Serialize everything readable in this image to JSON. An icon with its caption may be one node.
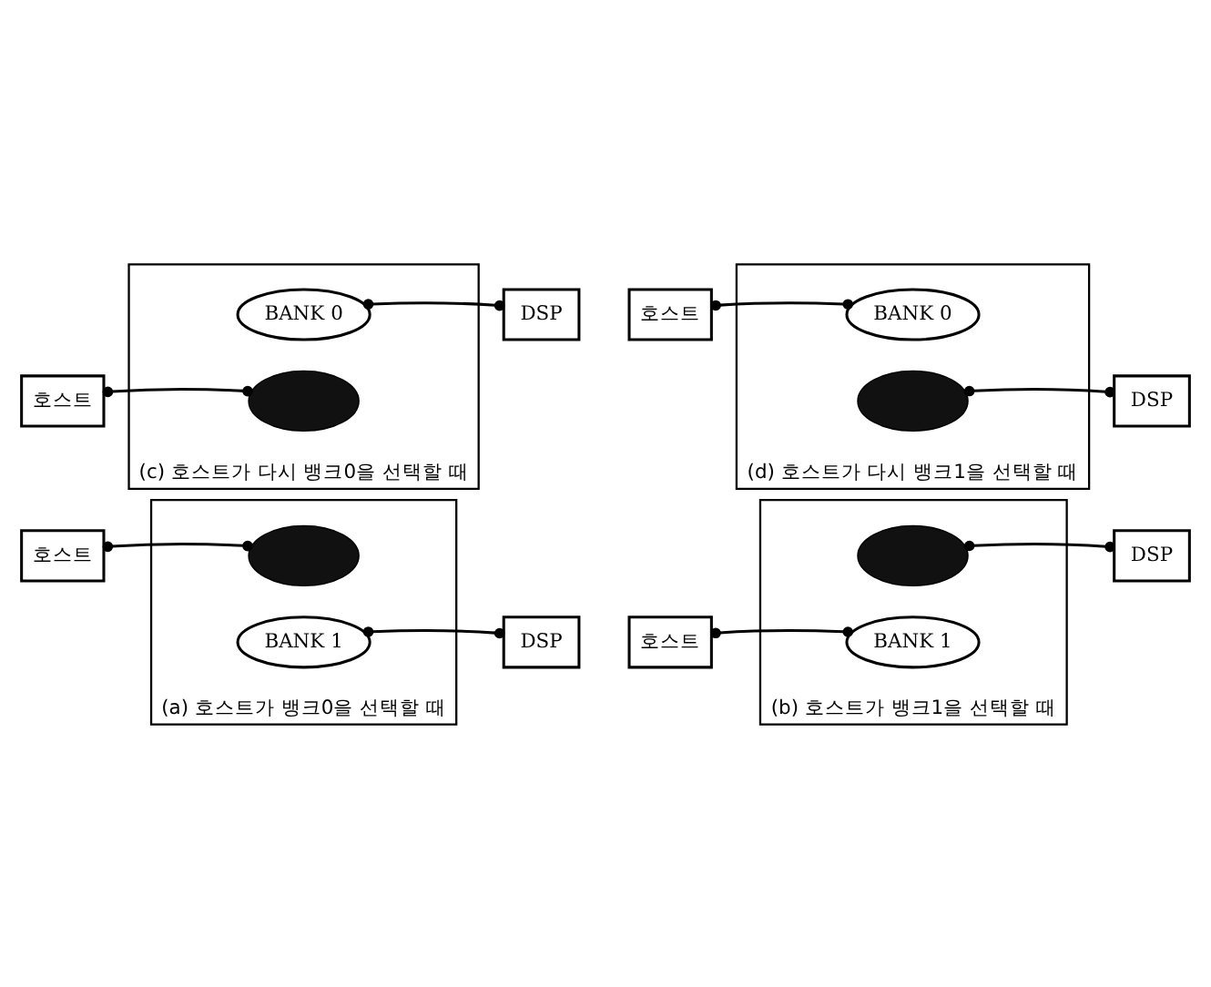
{
  "diagram": {
    "nodes": [
      {
        "text": [],
        "shape": "box",
        "beside": [
          "(a) 호스트가 뱅크0을 선택할 때"
        ]
      },
      {
        "text": [],
        "shape": "ellipse",
        "in": 0
      },
      {
        "text": [
          "BANK 1"
        ],
        "in": 0
      },
      {
        "text": [
          "호스트"
        ]
      },
      {
        "text": [
          "DSP"
        ]
      },
      {
        "text": [],
        "shape": "box",
        "beside": [
          "(b) 호스트가 뱅크1을 선택할 때"
        ]
      },
      {
        "text": [],
        "shape": "ellipse",
        "in": 5
      },
      {
        "text": [
          "BANK 1"
        ],
        "in": 5
      },
      {
        "text": [
          "호스트"
        ]
      },
      {
        "text": [
          "DSP"
        ]
      },
      {
        "text": [],
        "shape": "box",
        "beside": [
          "(c) 호스트가 다시 뱅크0을 선택할 때"
        ]
      },
      {
        "text": [
          "BANK 0"
        ],
        "in": 10
      },
      {
        "text": [],
        "shape": "ellipse",
        "in": 10
      },
      {
        "text": [
          "호스트"
        ]
      },
      {
        "text": [
          "DSP"
        ]
      },
      {
        "text": [],
        "shape": "box",
        "beside": [
          "(d) 호스트가 다시 뱅크1을 선택할 때"
        ]
      },
      {
        "text": [
          "BANK 0"
        ],
        "in": 15
      },
      {
        "text": [],
        "shape": "ellipse",
        "in": 15
      },
      {
        "text": [
          "호스트"
        ]
      },
      {
        "text": [
          "DSP"
        ]
      }
    ],
    "edges": [
      {
        "from": 3,
        "to": 1,
        "arrow": "other"
      },
      {
        "from": 2,
        "to": 4,
        "arrow": "other"
      },
      {
        "from": 8,
        "to": 7,
        "arrow": "other"
      },
      {
        "from": 6,
        "to": 9,
        "arrow": "other"
      },
      {
        "from": 13,
        "to": 12,
        "arrow": "other"
      },
      {
        "from": 11,
        "to": 14,
        "arrow": "other"
      },
      {
        "from": 18,
        "to": 16,
        "arrow": "other"
      },
      {
        "from": 17,
        "to": 19,
        "arrow": "other"
      }
    ]
  }
}
